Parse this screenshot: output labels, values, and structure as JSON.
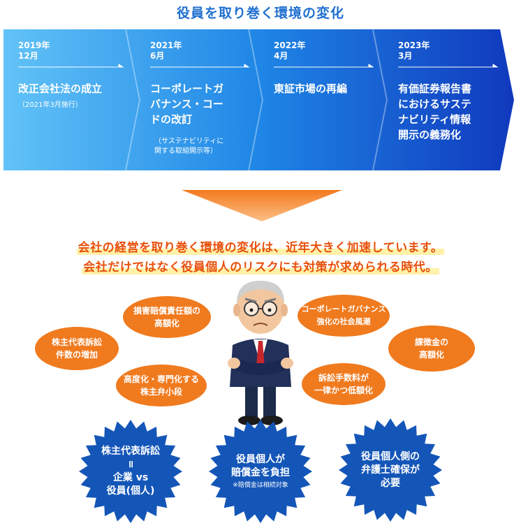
{
  "title": "役員を取り巻く環境の変化",
  "timeline": [
    {
      "date1": "2019年",
      "date2": "12月",
      "event": [
        "改正会社法の成立"
      ],
      "note": [
        "（2021年3月施行）"
      ]
    },
    {
      "date1": "2021年",
      "date2": "6月",
      "event": [
        "コーポレートガ",
        "バナンス・コー",
        "ドの改訂"
      ],
      "note": [
        "（サステナビリティに",
        "関する取組開示等）"
      ]
    },
    {
      "date1": "2022年",
      "date2": "4月",
      "event": [
        "東証市場の再編"
      ],
      "note": []
    },
    {
      "date1": "2023年",
      "date2": "3月",
      "event": [
        "有価証券報告書",
        "におけるサステ",
        "ナビリティ情報",
        "開示の義務化"
      ],
      "note": []
    }
  ],
  "message": {
    "line1": "会社の経営を取り巻く環境の変化は、近年大きく加速しています。",
    "line2": "会社だけではなく役員個人のリスクにも対策が求められる時代。"
  },
  "risks": [
    [
      "株主代表訴訟",
      "件数の増加"
    ],
    [
      "損害賠償責任額の",
      "高額化"
    ],
    [
      "高度化・専門化する",
      "株主弁小段"
    ],
    [
      "コーポレートガバナンス",
      "強化の社会風潮"
    ],
    [
      "訴訟手数料が",
      "一律かつ低額化"
    ],
    [
      "課徴金の",
      "高額化"
    ]
  ],
  "outcomes": [
    {
      "lines": [
        "株主代表訴訟",
        "॥",
        "企業 vs",
        "役員(個人)"
      ],
      "note": ""
    },
    {
      "lines": [
        "役員個人が",
        "賠償金を負担"
      ],
      "note": "※賠償金は相続対象"
    },
    {
      "lines": [
        "役員個人側の",
        "弁護士確保が",
        "必要"
      ],
      "note": ""
    }
  ],
  "colors": {
    "title": "#1f6fd0",
    "message": "#e8500c",
    "highlight": "#fff1a8",
    "bubble": "#f07a1e",
    "burst": "#1456b8",
    "timeline_start": "#62c3f7",
    "timeline_end": "#1039bd",
    "arrow": "#f47a1f"
  }
}
